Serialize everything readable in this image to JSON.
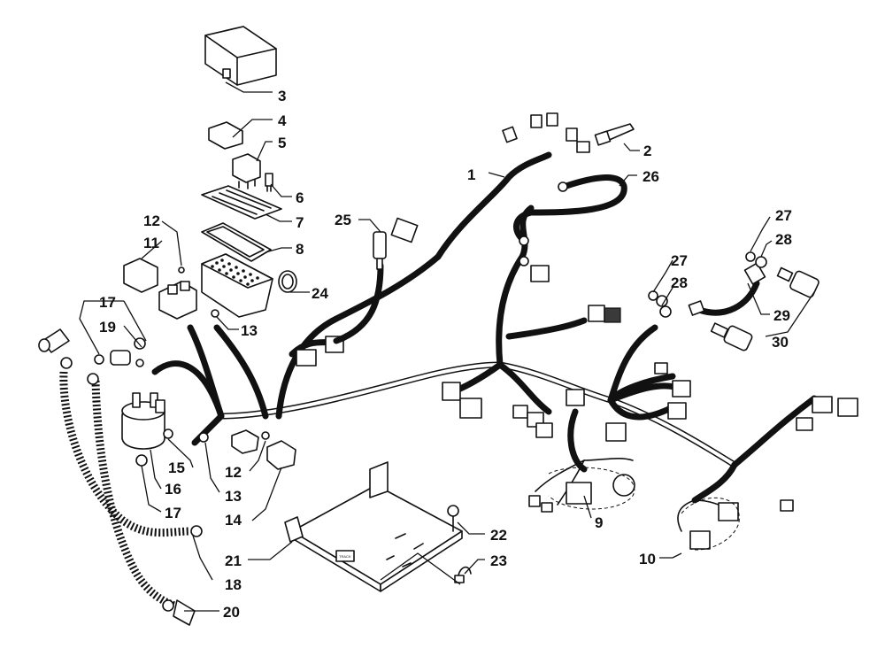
{
  "callouts": [
    {
      "id": "c1",
      "text": "1"
    },
    {
      "id": "c2",
      "text": "2"
    },
    {
      "id": "c3",
      "text": "3"
    },
    {
      "id": "c4",
      "text": "4"
    },
    {
      "id": "c5",
      "text": "5"
    },
    {
      "id": "c6",
      "text": "6"
    },
    {
      "id": "c7",
      "text": "7"
    },
    {
      "id": "c8",
      "text": "8"
    },
    {
      "id": "c9",
      "text": "9"
    },
    {
      "id": "c10",
      "text": "10"
    },
    {
      "id": "c11",
      "text": "11"
    },
    {
      "id": "c12a",
      "text": "12"
    },
    {
      "id": "c12b",
      "text": "12"
    },
    {
      "id": "c13a",
      "text": "13"
    },
    {
      "id": "c13b",
      "text": "13"
    },
    {
      "id": "c14",
      "text": "14"
    },
    {
      "id": "c15",
      "text": "15"
    },
    {
      "id": "c16",
      "text": "16"
    },
    {
      "id": "c17a",
      "text": "17"
    },
    {
      "id": "c17b",
      "text": "17"
    },
    {
      "id": "c18",
      "text": "18"
    },
    {
      "id": "c19",
      "text": "19"
    },
    {
      "id": "c20",
      "text": "20"
    },
    {
      "id": "c21",
      "text": "21"
    },
    {
      "id": "c22",
      "text": "22"
    },
    {
      "id": "c23",
      "text": "23"
    },
    {
      "id": "c24",
      "text": "24"
    },
    {
      "id": "c25",
      "text": "25"
    },
    {
      "id": "c26",
      "text": "26"
    },
    {
      "id": "c27a",
      "text": "27"
    },
    {
      "id": "c27b",
      "text": "27"
    },
    {
      "id": "c28a",
      "text": "28"
    },
    {
      "id": "c28b",
      "text": "28"
    },
    {
      "id": "c29",
      "text": "29"
    },
    {
      "id": "c30",
      "text": "30"
    }
  ],
  "plate_label": "TRACK",
  "colors": {
    "line": "#111111",
    "background": "#ffffff",
    "fill_dark": "#3a3a3a"
  }
}
